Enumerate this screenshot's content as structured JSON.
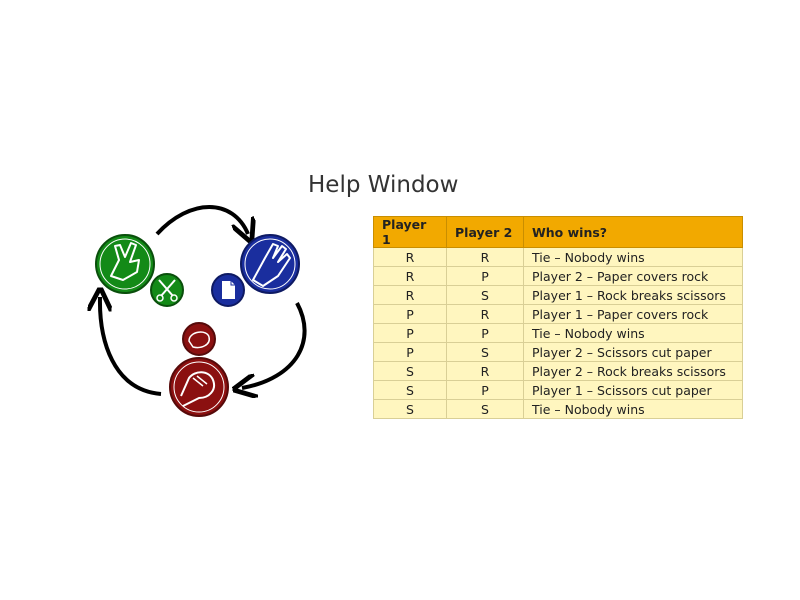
{
  "title": "Help Window",
  "icons": {
    "cycle": [
      "scissors-hand-icon",
      "paper-hand-icon",
      "rock-fist-icon"
    ],
    "small": [
      "scissors-icon",
      "paper-sheet-icon",
      "rock-icon"
    ],
    "colors": {
      "scissors": "#138a17",
      "paper": "#1a2e9e",
      "rock": "#8b1010",
      "arrow": "#000000"
    }
  },
  "table": {
    "colors": {
      "header": "#f2a900",
      "row": "#fff6bf"
    },
    "headers": [
      "Player 1",
      "Player 2",
      "Who wins?"
    ],
    "rows": [
      [
        "R",
        "R",
        "Tie – Nobody wins"
      ],
      [
        "R",
        "P",
        "Player 2 – Paper covers rock"
      ],
      [
        "R",
        "S",
        "Player 1 – Rock breaks scissors"
      ],
      [
        "P",
        "R",
        "Player 1 – Paper covers rock"
      ],
      [
        "P",
        "P",
        "Tie – Nobody wins"
      ],
      [
        "P",
        "S",
        "Player 2 – Scissors cut paper"
      ],
      [
        "S",
        "R",
        "Player 2 – Rock breaks scissors"
      ],
      [
        "S",
        "P",
        "Player 1 – Scissors cut paper"
      ],
      [
        "S",
        "S",
        "Tie – Nobody wins"
      ]
    ]
  }
}
